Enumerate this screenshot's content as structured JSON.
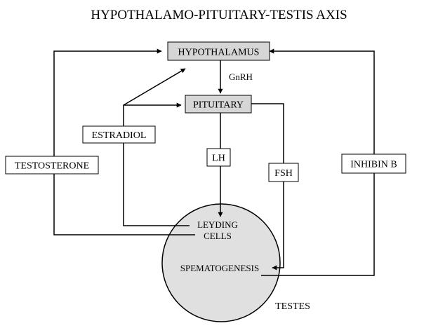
{
  "title": "HYPOTHALAMO-PITUITARY-TESTIS AXIS",
  "nodes": {
    "hypothalamus": "HYPOTHALAMUS",
    "pituitary": "PITUITARY",
    "testes": "TESTES",
    "leyding_line1": "LEYDING",
    "leyding_line2": "CELLS",
    "spermatogenesis": "SPEMATOGENESIS"
  },
  "hormones": {
    "gnrh": "GnRH",
    "lh": "LH",
    "fsh": "FSH",
    "estradiol": "ESTRADIOL",
    "testosterone": "TESTOSTERONE",
    "inhibin_b": "INHIBIN B"
  },
  "colors": {
    "node_fill": "#d6d6d6",
    "testes_fill": "#e0e0e0",
    "line": "#000000"
  }
}
